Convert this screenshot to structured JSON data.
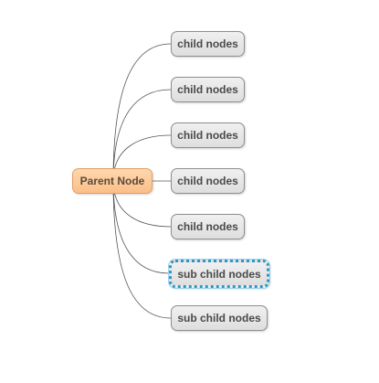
{
  "mindmap": {
    "parent": {
      "label": "Parent Node"
    },
    "children": [
      {
        "label": "child nodes"
      },
      {
        "label": "child nodes"
      },
      {
        "label": "child nodes"
      },
      {
        "label": "child nodes"
      },
      {
        "label": "child nodes"
      },
      {
        "label": "sub child nodes",
        "selected": true
      },
      {
        "label": "sub child nodes"
      }
    ]
  },
  "colors": {
    "parent_fill": "#fbc996",
    "child_fill": "#e3e3e3",
    "connector": "#555555",
    "selection": "#2f96c8"
  }
}
